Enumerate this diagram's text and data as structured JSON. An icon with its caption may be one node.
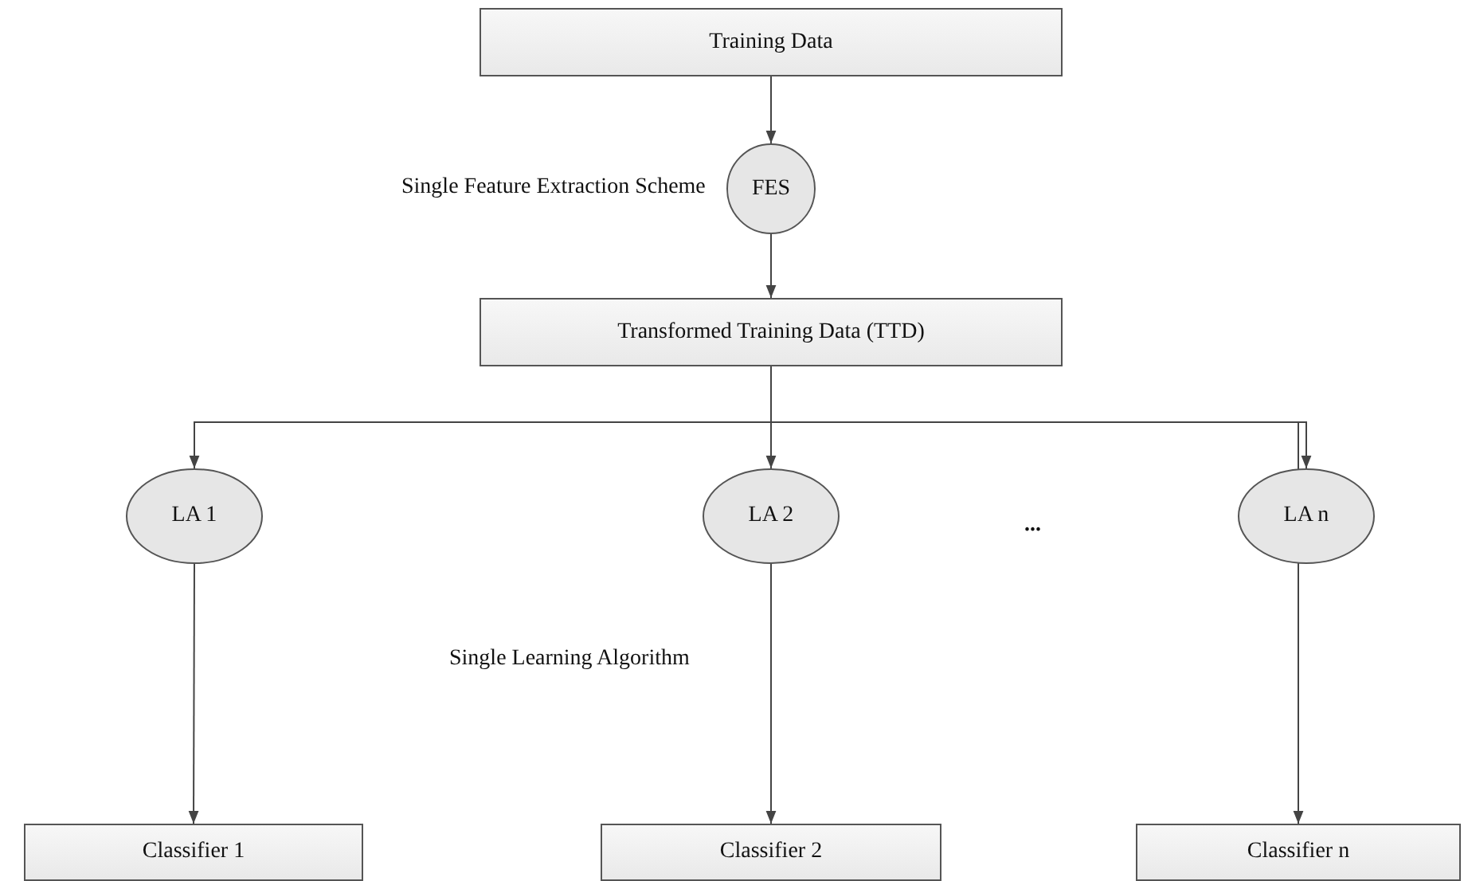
{
  "diagram": {
    "nodes": [
      {
        "text": [
          "Training Data"
        ]
      },
      {
        "text": [
          "FES"
        ],
        "beside": [
          "Single Feature Extraction Scheme"
        ]
      },
      {
        "text": [
          "Transformed Training Data (TTD)"
        ]
      },
      {
        "text": [
          "LA 1"
        ]
      },
      {
        "text": [
          "LA 2"
        ]
      },
      {
        "text": [
          "LA n"
        ]
      },
      {
        "text": [
          "Classifier 1"
        ]
      },
      {
        "text": [
          "Classifier 2"
        ]
      },
      {
        "text": [
          "Classifier n"
        ]
      }
    ],
    "edges": [
      {
        "from": 0,
        "to": 1,
        "arrow": "to"
      },
      {
        "from": 1,
        "to": 2,
        "arrow": "to"
      },
      {
        "from": 2,
        "to": 3,
        "arrow": "to"
      },
      {
        "from": 2,
        "to": 4,
        "arrow": "to"
      },
      {
        "from": 2,
        "to": 5,
        "arrow": "to"
      },
      {
        "from": 3,
        "to": 6,
        "arrow": "to"
      },
      {
        "from": 4,
        "to": 7,
        "arrow": "to"
      },
      {
        "from": 5,
        "to": 8,
        "arrow": "to"
      }
    ],
    "labels": [
      "...",
      "Single Learning Algorithm"
    ]
  }
}
